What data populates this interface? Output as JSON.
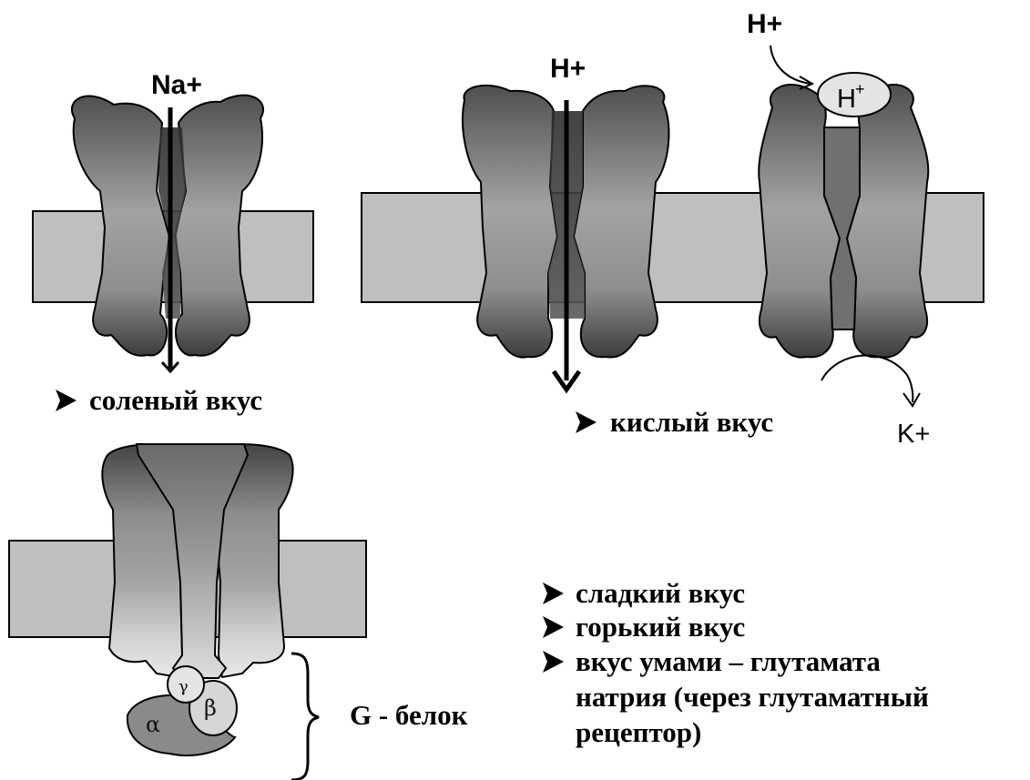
{
  "salty": {
    "ion_label": "Na+",
    "caption": "соленый вкус"
  },
  "sour": {
    "ion_label_channel": "H+",
    "ion_label_top": "H+",
    "pore_ion_label": "H",
    "pore_ion_charge": "+",
    "out_ion_label": "K+",
    "caption": "кислый вкус"
  },
  "gprotein": {
    "alpha": "α",
    "beta": "β",
    "gamma": "γ",
    "label": "G - белок"
  },
  "list": {
    "items": [
      "сладкий вкус",
      "горький вкус",
      "вкус умами – глутамата",
      "натрия (через глутаматный",
      "рецептор)"
    ]
  },
  "colors": {
    "membrane": "#bfbfbf",
    "protein_light": "#b5b5b5",
    "protein_dark": "#4a4a4a",
    "outline": "#000000"
  }
}
